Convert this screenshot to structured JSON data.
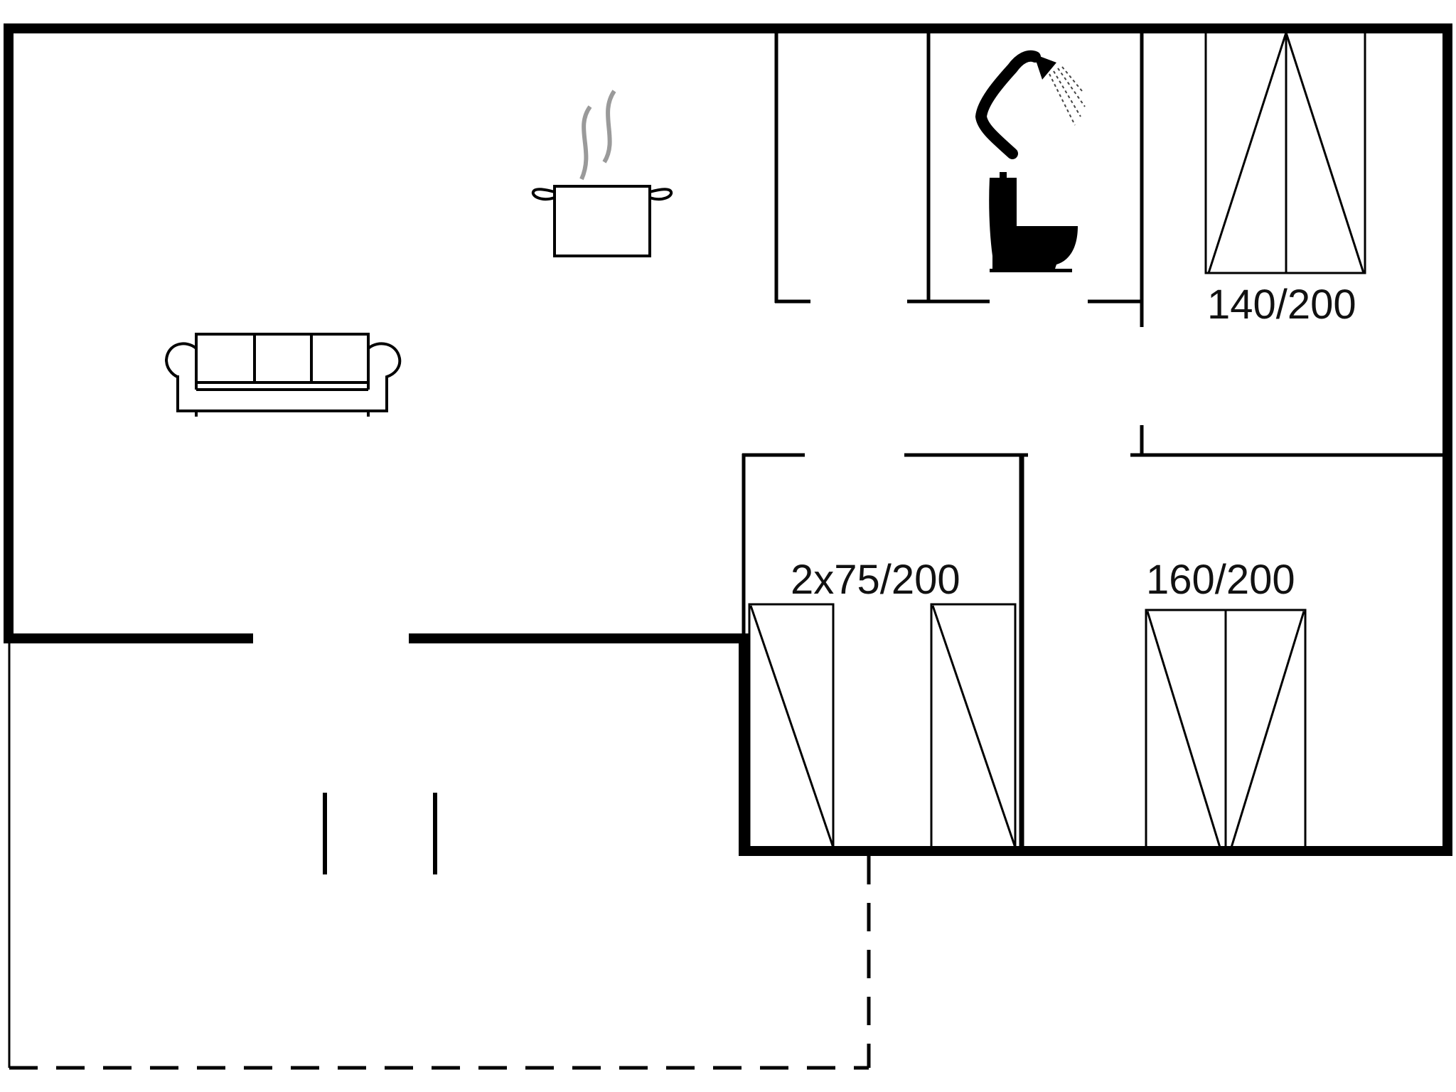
{
  "floorplan": {
    "beds": [
      {
        "id": "bedroom-1",
        "size_label": "140/200"
      },
      {
        "id": "bedroom-2",
        "size_label": "2x75/200"
      },
      {
        "id": "bedroom-3",
        "size_label": "160/200"
      }
    ],
    "icons": [
      "cooking-pot-icon",
      "sofa-icon",
      "shower-icon",
      "toilet-icon",
      "double-bed-icon",
      "single-bed-icon"
    ],
    "colors": {
      "wall": "#000000",
      "background": "#ffffff",
      "steam": "#9a9a9a"
    }
  }
}
